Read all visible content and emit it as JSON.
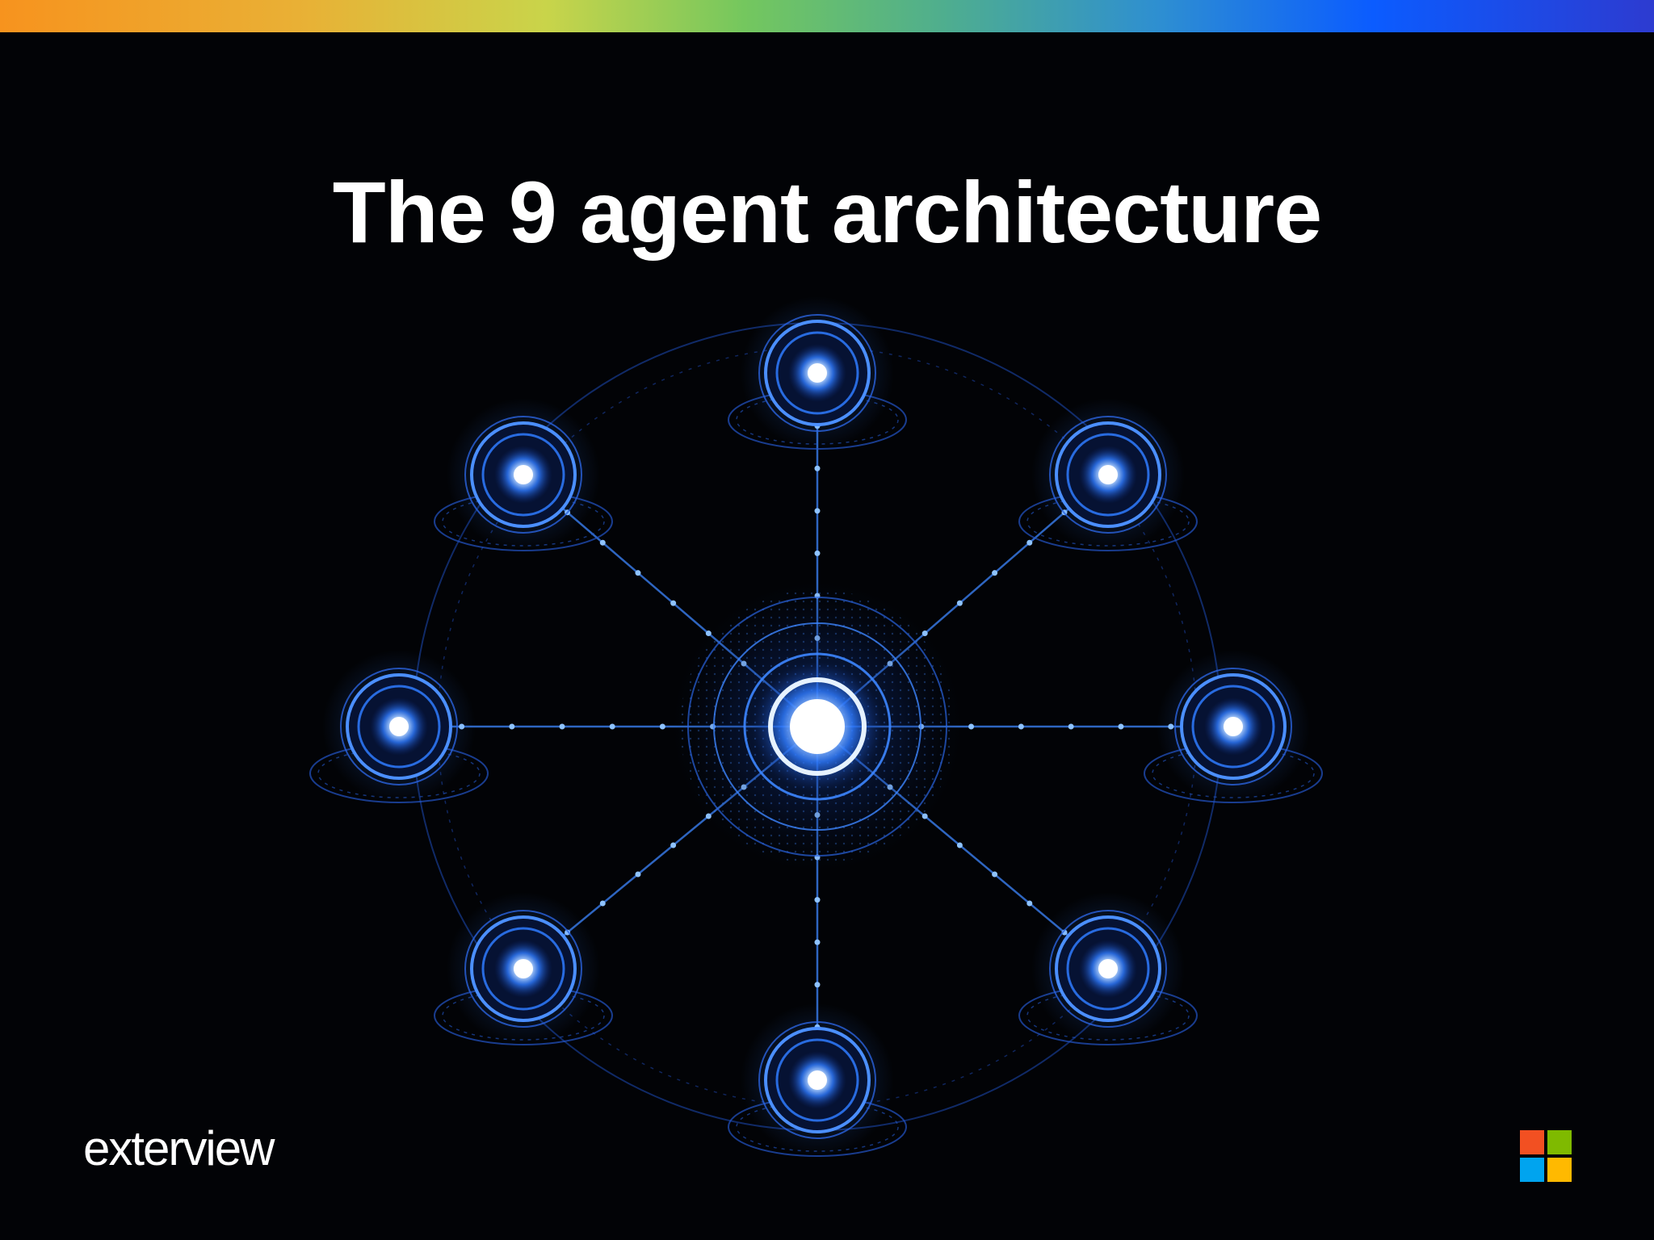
{
  "title": "The 9 agent architecture",
  "brand": {
    "exterview_logo_text": "exterview"
  },
  "microsoft_logo_colors": [
    "#f25022",
    "#7fba00",
    "#00a4ef",
    "#ffb900"
  ],
  "diagram": {
    "hub_count": 1,
    "satellite_count": 8,
    "node_color": "#2f7bff",
    "glow_color": "#6fb4ff"
  }
}
